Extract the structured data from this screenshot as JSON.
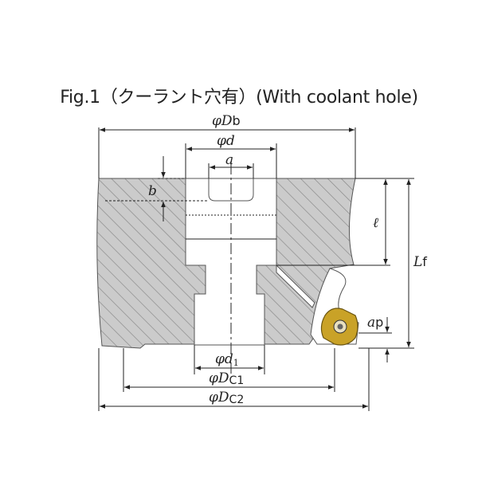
{
  "figure": {
    "title": "Fig.1（クーラント穴有）(With coolant hole)"
  },
  "dimensions": {
    "phi_symbol": "φ",
    "Db": {
      "main": "D",
      "sub": "b"
    },
    "d": {
      "main": "d"
    },
    "a": {
      "main": "a"
    },
    "b": {
      "main": "b"
    },
    "l": {
      "main": "ℓ"
    },
    "Lf": {
      "main": "L",
      "sub": "f"
    },
    "ap": {
      "main": "a",
      "sub": "p"
    },
    "d1": {
      "main": "d",
      "sub": "1"
    },
    "Dc1": {
      "main": "D",
      "sub": "C1"
    },
    "Dc2": {
      "main": "D",
      "sub": "C2"
    }
  },
  "colors": {
    "body_fill": "#c9c9c9",
    "hatch": "#8a8a8a",
    "insert": "#c9a227",
    "line": "#222222"
  }
}
